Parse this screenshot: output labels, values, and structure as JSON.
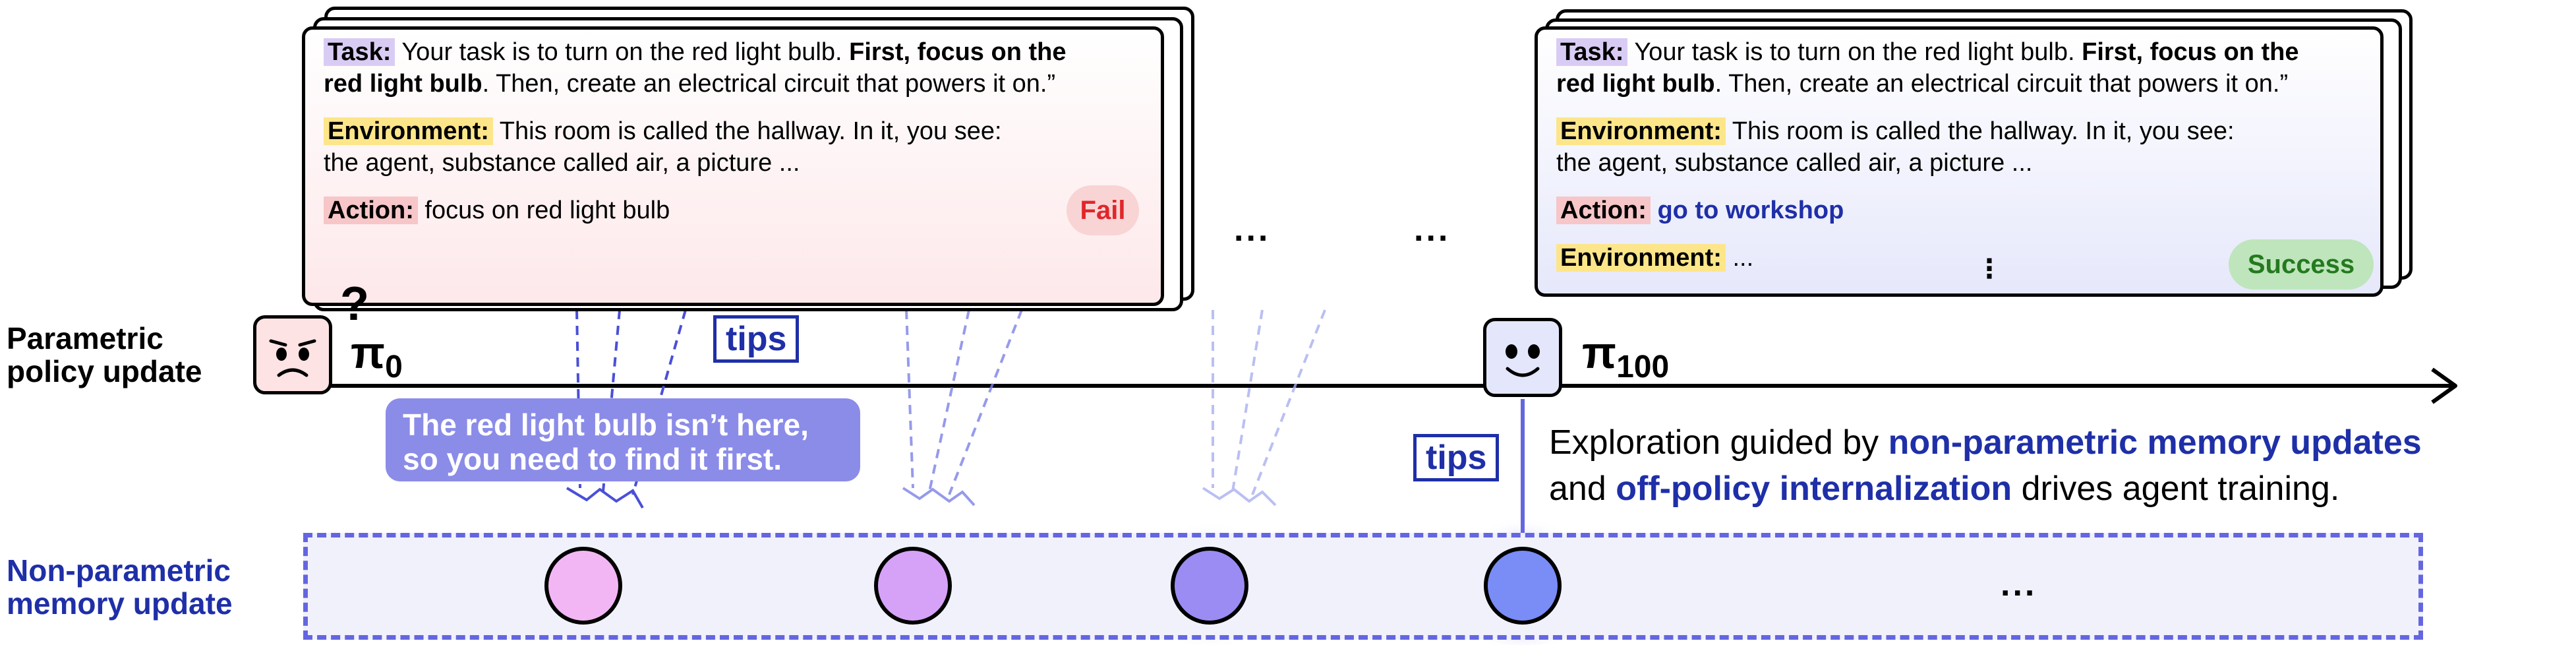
{
  "labels": {
    "parametric": [
      "Parametric",
      "policy update"
    ],
    "nonparametric": [
      "Non-parametric",
      "memory update"
    ]
  },
  "card_left": {
    "task_tag": "Task:",
    "task_pre": " Your task is to turn on the red light bulb. ",
    "task_bold1": "First, focus on the",
    "task_bold2": "red light bulb",
    "task_post": ". Then, create an electrical circuit that powers it on.”",
    "env_tag": "Environment:",
    "env_text1": " This room is called the hallway. In it, you see:",
    "env_text2": "the agent, substance called air, a picture ...",
    "action_tag": "Action:",
    "action_text": " focus on red light bulb",
    "status": "Fail"
  },
  "card_right": {
    "task_tag": "Task:",
    "task_pre": " Your task is to turn on the red light bulb. ",
    "task_bold1": "First, focus on the",
    "task_bold2": "red light bulb",
    "task_post": ". Then, create an electrical circuit that powers it on.”",
    "env_tag": "Environment:",
    "env_text1": " This room is called the hallway. In it, you see:",
    "env_text2": "the agent, substance called air, a picture ...",
    "action_tag": "Action:",
    "action_text": "go to workshop",
    "env2_tag": "Environment:",
    "env2_text": " ...",
    "vdots": "⋮",
    "status": "Success"
  },
  "ellipses": [
    "...",
    "...",
    "..."
  ],
  "policy_start": {
    "symbol": "π",
    "sub": "0",
    "question": "?"
  },
  "policy_end": {
    "symbol": "π",
    "sub": "100"
  },
  "tips_label": "tips",
  "hint": [
    "The red light bulb isn’t here,",
    "so you need to find it first."
  ],
  "caption": {
    "line1_pre": "Exploration guided by ",
    "line1_hl": "non-parametric memory updates",
    "line2_pre": "and ",
    "line2_hl": "off-policy internalization",
    "line2_post": " drives agent training."
  },
  "colors": {
    "accent_blue": "#1f2fa8",
    "dashed_blue": "#6466e0",
    "fail_red": "#e0262b",
    "success_green": "#247a1e",
    "node_fills": [
      "#f3b6f5",
      "#d6a2f7",
      "#9a8cf2",
      "#7a8cf5"
    ]
  }
}
